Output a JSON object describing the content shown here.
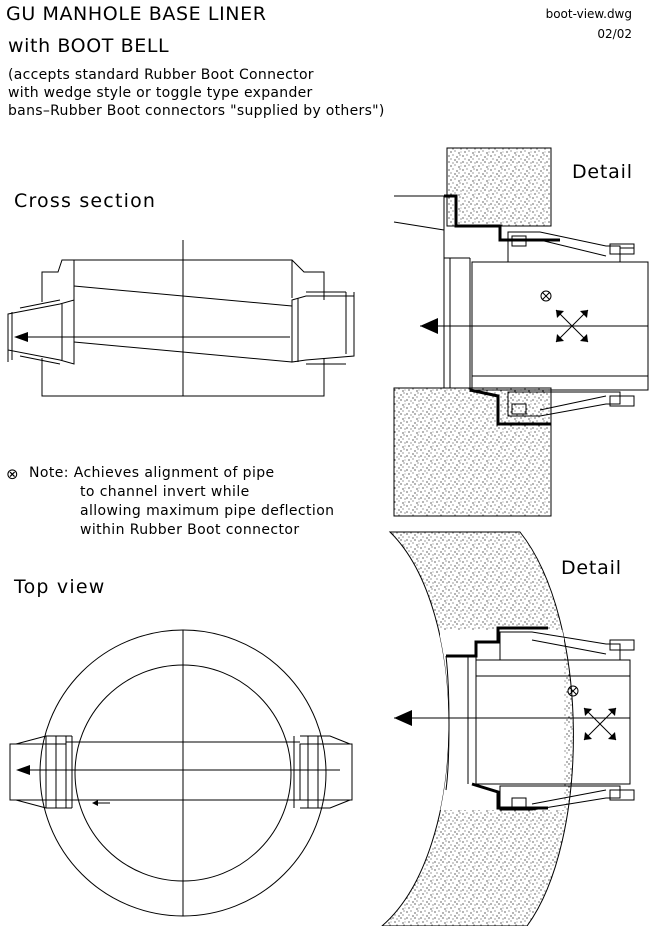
{
  "title": {
    "line1": "GU MANHOLE BASE LINER",
    "line2": "with BOOT BELL"
  },
  "subtitle": {
    "line1": "(accepts standard Rubber Boot Connector",
    "line2": "with wedge style or toggle type expander",
    "line3": "bans–Rubber Boot connectors \"supplied by others\")"
  },
  "file": {
    "name": "boot-view.dwg",
    "sheet": "02/02"
  },
  "labels": {
    "cross_section": "Cross section",
    "top_view": "Top view",
    "detail_upper": "Detail",
    "detail_lower": "Detail"
  },
  "note": {
    "symbol": "⊗",
    "line1": "Note: Achieves alignment of pipe",
    "line2": "to channel invert while",
    "line3": "allowing maximum pipe deflection",
    "line4": "within Rubber Boot connector"
  },
  "colors": {
    "ink": "#000000",
    "paper": "#ffffff"
  }
}
